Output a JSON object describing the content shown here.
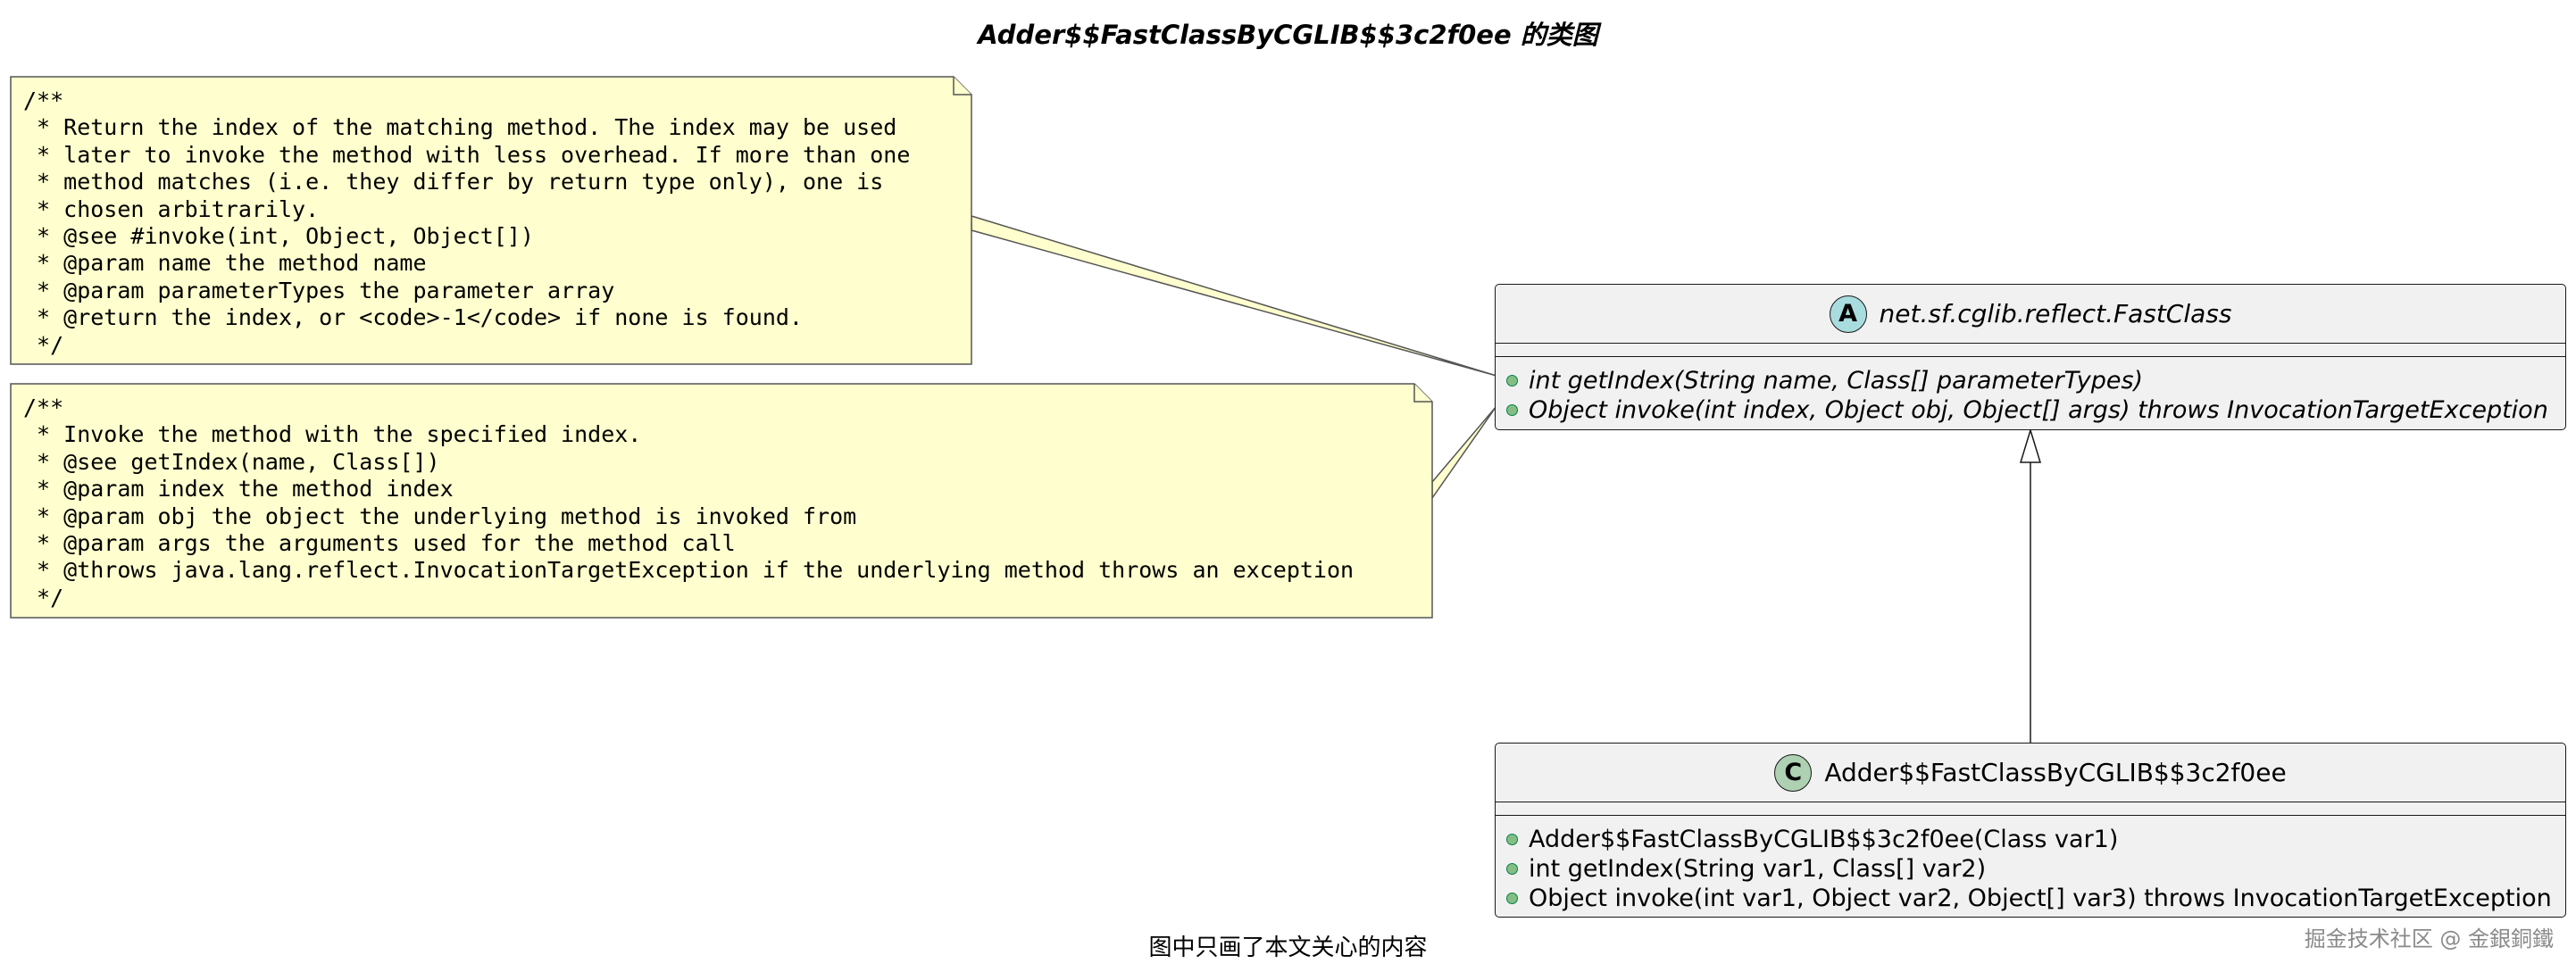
{
  "diagram": {
    "title": "Adder$$FastClassByCGLIB$$3c2f0ee 的类图",
    "caption": "图中只画了本文关心的内容",
    "watermark": "掘金技术社区 @ 金銀銅鐵",
    "colors": {
      "note_fill": "#fefece",
      "note_border": "#555555",
      "class_fill": "#f1f1f1",
      "abstract_badge": "#a9dcdf",
      "class_badge": "#add1b2",
      "public_dot": "#84be84",
      "line": "#181818"
    },
    "notes": [
      {
        "text": "/**\n * Return the index of the matching method. The index may be used\n * later to invoke the method with less overhead. If more than one\n * method matches (i.e. they differ by return type only), one is\n * chosen arbitrarily.\n * @see #invoke(int, Object, Object[])\n * @param name the method name\n * @param parameterTypes the parameter array\n * @return the index, or <code>-1</code> if none is found.\n */"
      },
      {
        "text": "/**\n * Invoke the method with the specified index.\n * @see getIndex(name, Class[])\n * @param index the method index\n * @param obj the object the underlying method is invoked from\n * @param args the arguments used for the method call\n * @throws java.lang.reflect.InvocationTargetException if the underlying method throws an exception\n */"
      }
    ],
    "classes": [
      {
        "badge": "A",
        "name": "net.sf.cglib.reflect.FastClass",
        "abstract": true,
        "methods": [
          "int getIndex(String name, Class[] parameterTypes)",
          "Object invoke(int index, Object obj, Object[] args) throws InvocationTargetException"
        ]
      },
      {
        "badge": "C",
        "name": "Adder$$FastClassByCGLIB$$3c2f0ee",
        "abstract": false,
        "methods": [
          "Adder$$FastClassByCGLIB$$3c2f0ee(Class var1)",
          "int getIndex(String var1, Class[] var2)",
          "Object invoke(int var1, Object var2, Object[] var3) throws InvocationTargetException"
        ]
      }
    ]
  }
}
